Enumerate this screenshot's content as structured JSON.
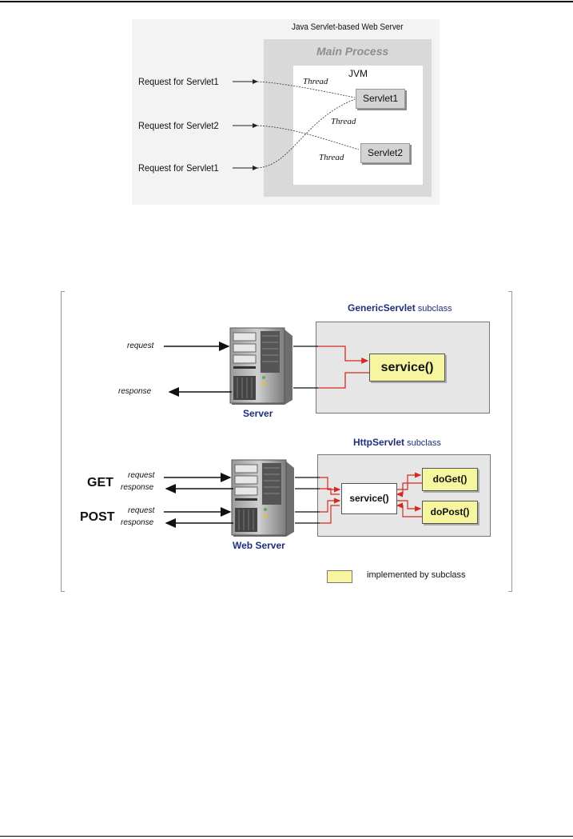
{
  "fig1": {
    "title": "Java Servlet-based Web Server",
    "main_process": "Main Process",
    "jvm": "JVM",
    "servlets": [
      "Servlet1",
      "Servlet2"
    ],
    "requests": [
      "Request for Servlet1",
      "Request for Servlet2",
      "Request for Servlet1"
    ],
    "threads": [
      "Thread",
      "Thread",
      "Thread"
    ]
  },
  "fig2": {
    "generic_title_bold": "GenericServlet",
    "generic_title_rest": " subclass",
    "generic_service": "service()",
    "request": "request",
    "response": "response",
    "server_label": "Server",
    "http_title_bold": "HttpServlet",
    "http_title_rest": " subclass",
    "http_service": "service()",
    "do_get": "doGet()",
    "do_post": "doPost()",
    "get": "GET",
    "post": "POST",
    "web_server_label": "Web Server",
    "legend": "implemented by subclass",
    "colors": {
      "accent_red": "#d42b1e",
      "subclass_yellow": "#f6f5a0",
      "title_blue": "#1f2f7a"
    }
  }
}
